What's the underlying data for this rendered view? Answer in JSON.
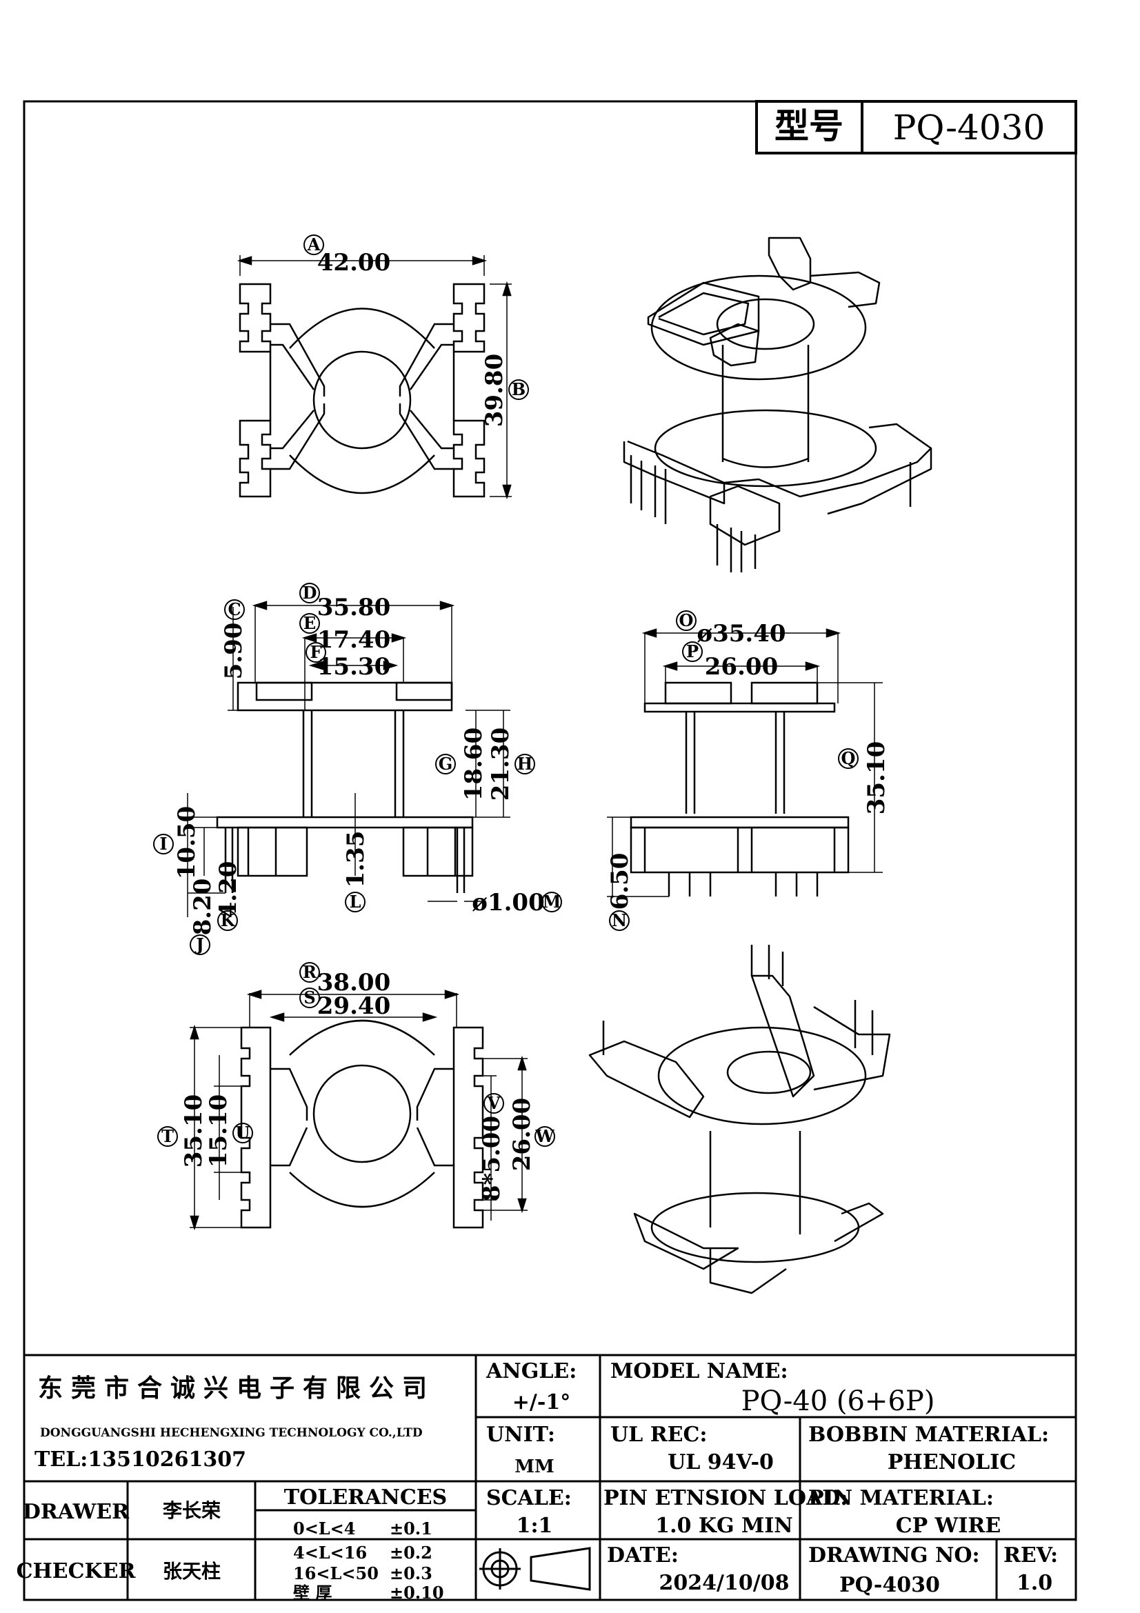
{
  "header": {
    "model_label": "型号",
    "model_value": "PQ-4030"
  },
  "views": {
    "top_view": {
      "A": "42.00",
      "B": "39.80"
    },
    "front_view": {
      "D": "35.80",
      "E": "17.40",
      "F": "15.30",
      "C": "5.90",
      "G": "18.60",
      "H": "21.30",
      "I": "10.50",
      "J": "8.20",
      "K": "4.20",
      "L": "1.35",
      "M": "ø1.00"
    },
    "side_view": {
      "O": "ø35.40",
      "P": "26.00",
      "Q": "35.10",
      "N": "6.50"
    },
    "bottom_view": {
      "R": "38.00",
      "S": "29.40",
      "T": "35.10",
      "U": "15.10",
      "V": "8*5.00",
      "W": "26.00"
    }
  },
  "title_block": {
    "company_cn": "东莞市合诚兴电子有限公司",
    "company_en": "DONGGUANGSHI HECHENGXING TECHNOLOGY CO.,LTD",
    "tel": "TEL:13510261307",
    "drawer_label": "DRAWER",
    "drawer_name": "李长荣",
    "checker_label": "CHECKER",
    "checker_name": "张天柱",
    "tolerances_label": "TOLERANCES",
    "tolerances": [
      {
        "range": "0<L<4",
        "value": "±0.1"
      },
      {
        "range": "4<L<16",
        "value": "±0.2"
      },
      {
        "range": "16<L<50",
        "value": "±0.3"
      },
      {
        "range": "壁    厚",
        "value": "±0.10"
      }
    ],
    "angle_label": "ANGLE:",
    "angle_value": "+/-1°",
    "unit_label": "UNIT:",
    "unit_value": "MM",
    "scale_label": "SCALE:",
    "scale_value": "1:1",
    "model_name_label": "MODEL NAME:",
    "model_name_value": "PQ-40 (6+6P)",
    "ul_rec_label": "UL REC:",
    "ul_rec_value": "UL 94V-0",
    "bobbin_material_label": "BOBBIN MATERIAL:",
    "bobbin_material_value": "PHENOLIC",
    "pin_extension_label": "PIN ETNSION LOAD:",
    "pin_extension_value": "1.0 KG MIN",
    "pin_material_label": "PIN MATERIAL:",
    "pin_material_value": "CP WIRE",
    "date_label": "DATE:",
    "date_value": "2024/10/08",
    "drawing_no_label": "DRAWING NO:",
    "drawing_no_value": "PQ-4030",
    "rev_label": "REV:",
    "rev_value": "1.0"
  }
}
